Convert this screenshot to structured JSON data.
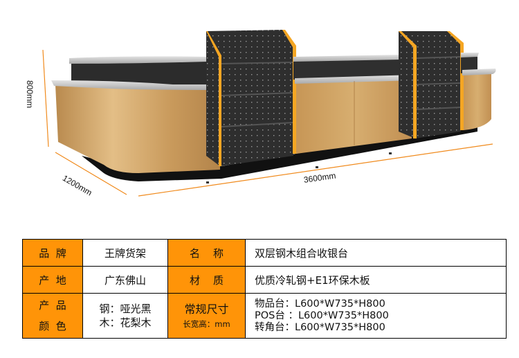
{
  "product_image": {
    "description": "Double-layer steel-wood combination checkout counter render",
    "dimensions": {
      "height_label": "800mm",
      "depth_label": "1200mm",
      "length_label": "3600mm"
    },
    "colors": {
      "wood": "#C89A5B",
      "steel": "#2B2B2B",
      "trim": "#F5A623",
      "countertop": "#CFCFCF",
      "dimension_line": "#F08A1C"
    }
  },
  "spec_table": {
    "accent_color": "#FF9408",
    "rows": [
      {
        "key1": "品  牌",
        "val1": "王牌货架",
        "key2": "名    称",
        "val2": "双层钢木组合收银台"
      },
      {
        "key1": "产  地",
        "val1": "广东佛山",
        "key2": "材    质",
        "val2": "优质冷轧钢+E1环保木板"
      },
      {
        "key1_lines": [
          "产  品",
          "颜  色"
        ],
        "val1_lines": [
          "钢：哑光黑",
          "木：花梨木"
        ],
        "key2_lines": [
          "常规尺寸",
          "长宽高：mm"
        ],
        "val2_lines": [
          "物品台：L600*W735*H800",
          "POS台 ：L600*W735*H800",
          "转角台：L600*W735*H800"
        ]
      }
    ]
  }
}
